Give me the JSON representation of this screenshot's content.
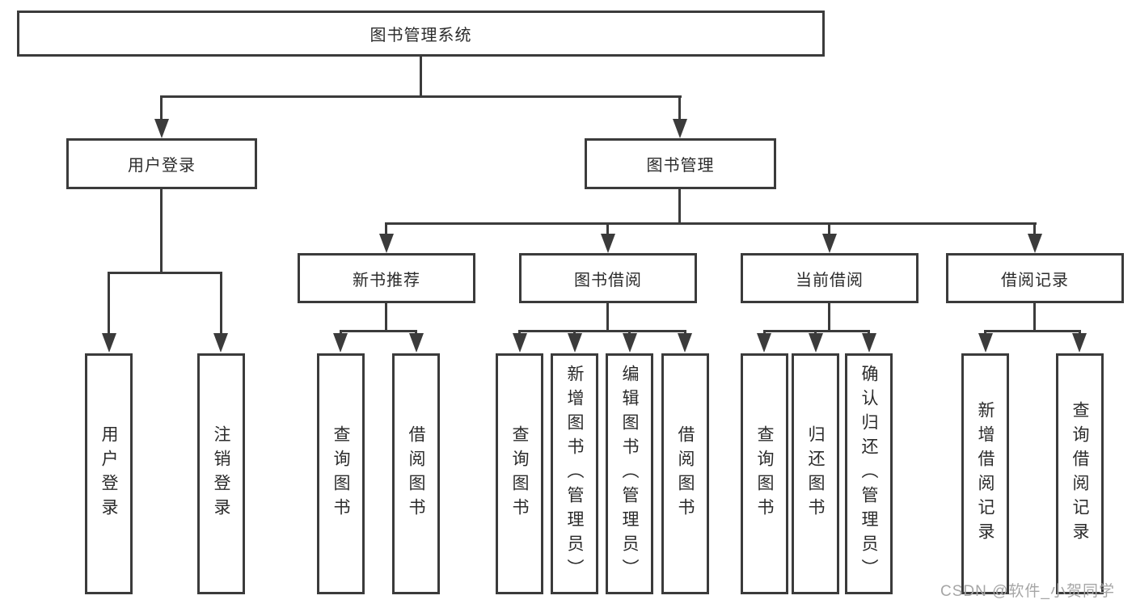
{
  "diagram": {
    "root": "图书管理系统",
    "level2": [
      "用户登录",
      "图书管理"
    ],
    "level3": [
      "新书推荐",
      "图书借阅",
      "当前借阅",
      "借阅记录"
    ],
    "leaves": {
      "user_login": [
        "用户登录",
        "注销登录"
      ],
      "new_book_recommend": [
        "查询图书",
        "借阅图书"
      ],
      "book_borrow": [
        "查询图书",
        "新增图书（管理员）",
        "编辑图书（管理员）",
        "借阅图书"
      ],
      "current_borrow": [
        "查询图书",
        "归还图书",
        "确认归还（管理员）"
      ],
      "borrow_records": [
        "新增借阅记录",
        "查询借阅记录"
      ]
    }
  },
  "watermark": "CSDN @软件_小贺同学",
  "colors": {
    "line": "#3b3b3b",
    "text": "#2b2b2b",
    "watermark": "#a6a6a6",
    "background": "#ffffff"
  }
}
